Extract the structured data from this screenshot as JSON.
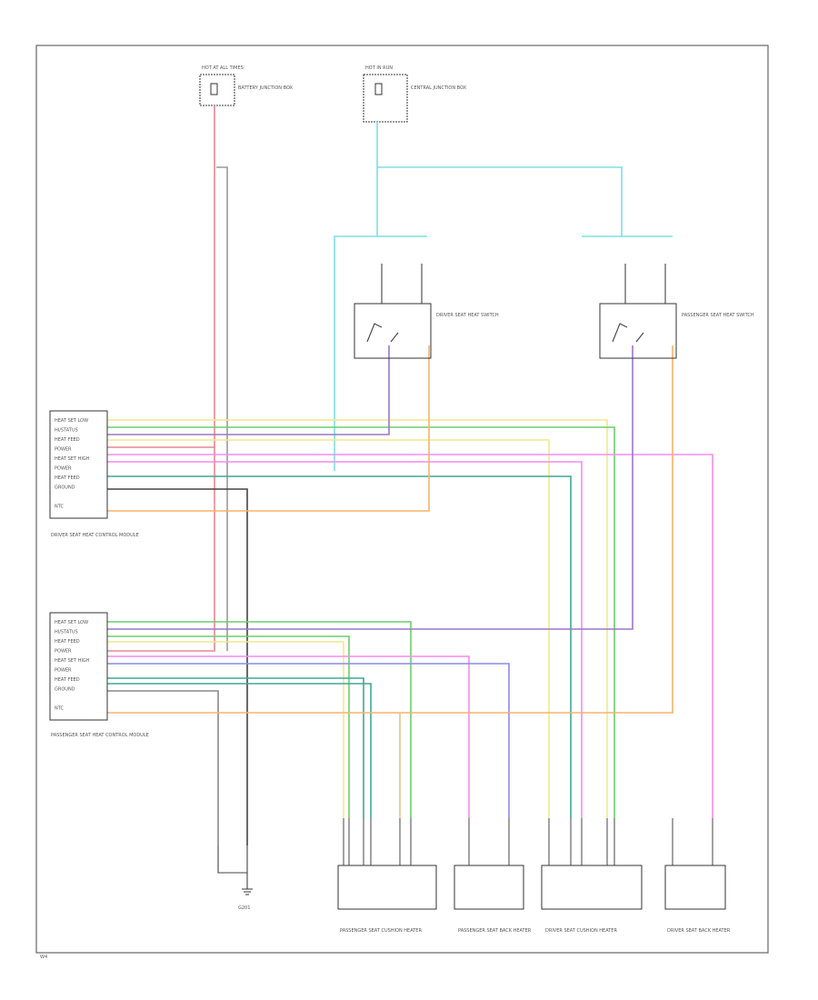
{
  "colors": {
    "red": "#e8878f",
    "cyan": "#7ee0e0",
    "green": "#6ccf6c",
    "orange": "#f7b36b",
    "yellow": "#f1e98a",
    "pink": "#f48cf0",
    "purple": "#9c77c9",
    "teal": "#3fa79a",
    "tan": "#e6c38a",
    "blue": "#8a8aec",
    "gray": "#8a8a8a",
    "black": "#333333"
  },
  "header": {
    "fuse_left": "HOT AT ALL TIMES",
    "fuse_right": "HOT IN RUN"
  },
  "labels": {
    "battery_fuse": "BATTERY JUNCTION BOX",
    "central_fuse": "CENTRAL JUNCTION BOX",
    "driver_switch": "DRIVER SEAT HEAT SWITCH",
    "pass_switch": "PASSENGER SEAT HEAT SWITCH",
    "driver_module": "DRIVER SEAT HEAT CONTROL MODULE",
    "pass_module": "PASSENGER SEAT HEAT CONTROL MODULE",
    "ground": "G201",
    "seat1": "PASSENGER SEAT CUSHION HEATER",
    "seat2": "PASSENGER SEAT BACK HEATER",
    "seat3": "DRIVER SEAT CUSHION HEATER",
    "seat4": "DRIVER SEAT BACK HEATER",
    "footer": "W4"
  },
  "module_pins": [
    "HEAT SET LOW",
    "HI/STATUS",
    "HEAT FEED",
    "POWER",
    "HEAT SET HIGH",
    "POWER",
    "HEAT FEED",
    "GROUND",
    "",
    "NTC"
  ]
}
